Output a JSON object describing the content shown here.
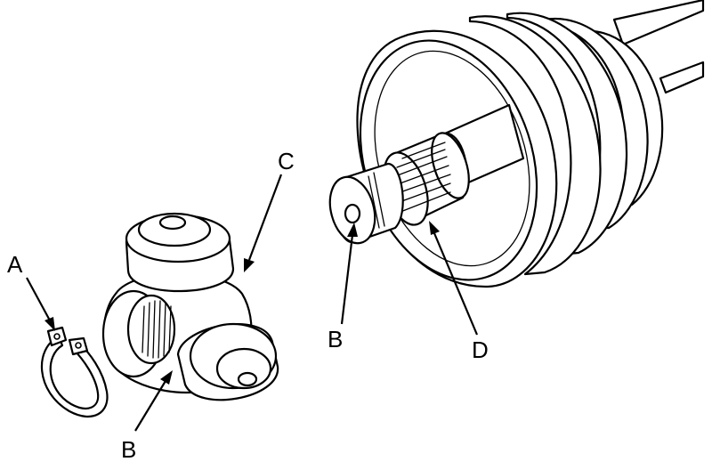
{
  "diagram": {
    "labels": {
      "a": "A",
      "b_left": "B",
      "b_right": "B",
      "c": "C",
      "d": "D"
    },
    "colors": {
      "ink": "#000000",
      "paper": "#ffffff"
    }
  }
}
